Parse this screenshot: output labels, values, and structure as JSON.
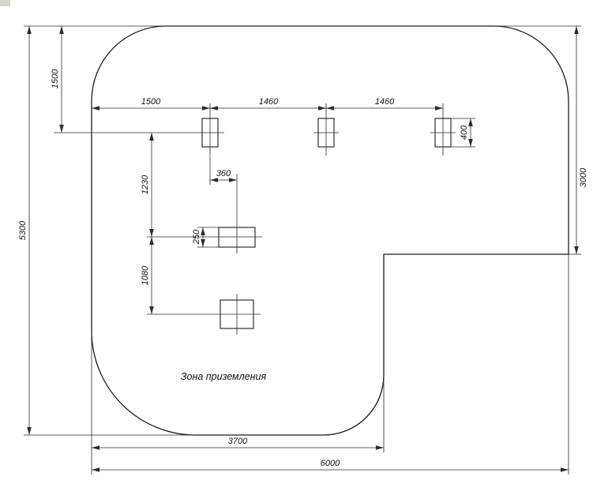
{
  "drawing": {
    "zone_label": "Зона приземления",
    "dims": {
      "offset_top": "1500",
      "height_total": "5300",
      "span_left_post": "1500",
      "span_post_1_2": "1460",
      "span_post_2_3": "1460",
      "post_size": "400",
      "height_right": "3000",
      "offset_360": "360",
      "gap_1230": "1230",
      "pad_height": "250",
      "gap_1080": "1080",
      "width_lower": "3700",
      "width_total": "6000"
    }
  }
}
